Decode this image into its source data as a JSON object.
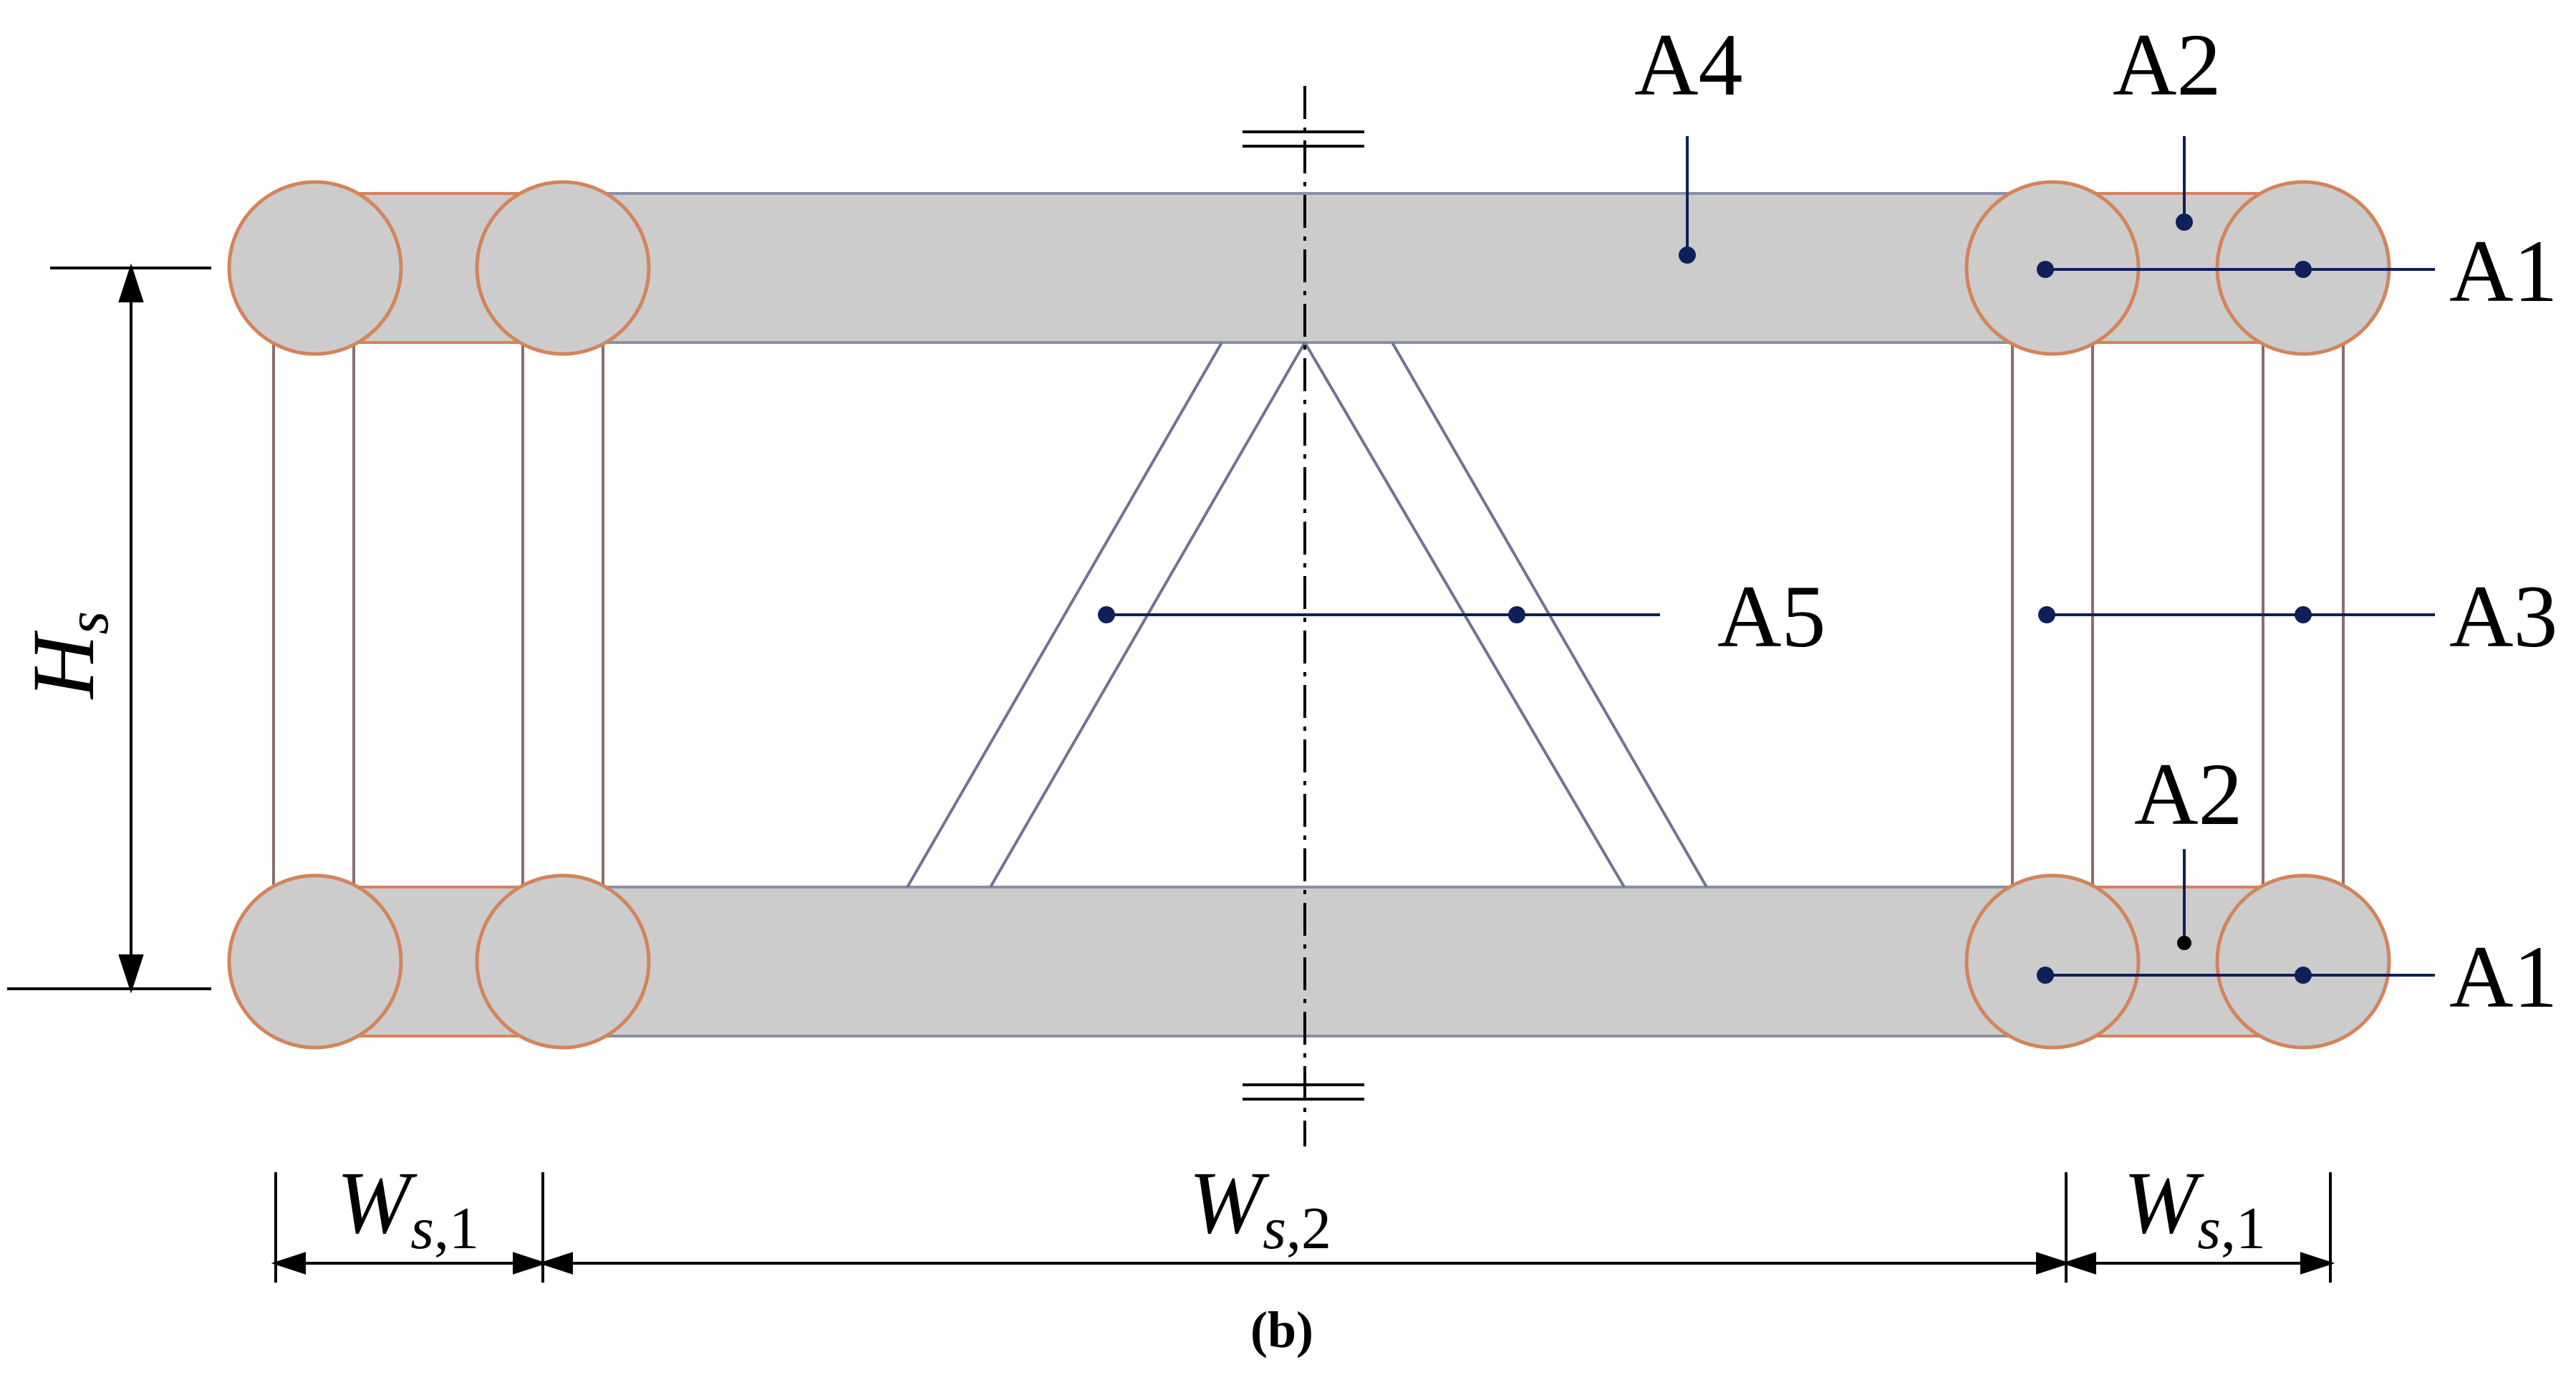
{
  "labels": {
    "a1_top": "A1",
    "a1_bottom": "A1",
    "a2_top": "A2",
    "a2_bottom": "A2",
    "a3": "A3",
    "a4": "A4",
    "a5": "A5"
  },
  "dimensions": {
    "height": {
      "main": "H",
      "sub": "s"
    },
    "width_left": {
      "main": "W",
      "sub_italic": "s",
      "sub_plain": ",1"
    },
    "width_center": {
      "main": "W",
      "sub_italic": "s",
      "sub_plain": ",2"
    },
    "width_right": {
      "main": "W",
      "sub_italic": "s",
      "sub_plain": ",1"
    }
  },
  "caption": {
    "open": "(",
    "letter": "b",
    "close": ")"
  },
  "colors": {
    "chord_fill": "#cccccc",
    "chord_stroke": "#8a8fa8",
    "circle_stroke": "#d4845a",
    "strut_stroke": "#8a6e6e",
    "brace_stroke": "#6e7590",
    "leader": "#0d2158"
  }
}
